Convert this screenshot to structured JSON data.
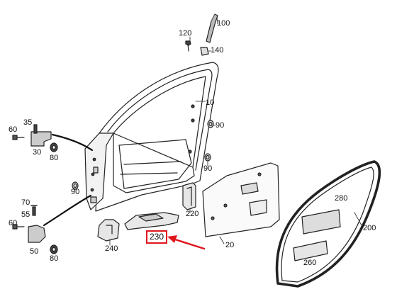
{
  "diagram": {
    "accent_color": "#e0161d",
    "labels": {
      "p100": "100",
      "p120": "120",
      "p140": "140",
      "p10": "10",
      "p90a": "90",
      "p90b": "90",
      "p90c": "90",
      "p35": "35",
      "p60a": "60",
      "p30": "30",
      "p80a": "80",
      "p70": "70",
      "p55": "55",
      "p60b": "60",
      "p50": "50",
      "p80b": "80",
      "p240": "240",
      "p230": "230",
      "p220": "220",
      "p20": "20",
      "p280": "280",
      "p200": "200",
      "p260": "260"
    },
    "highlighted_part": "230"
  }
}
